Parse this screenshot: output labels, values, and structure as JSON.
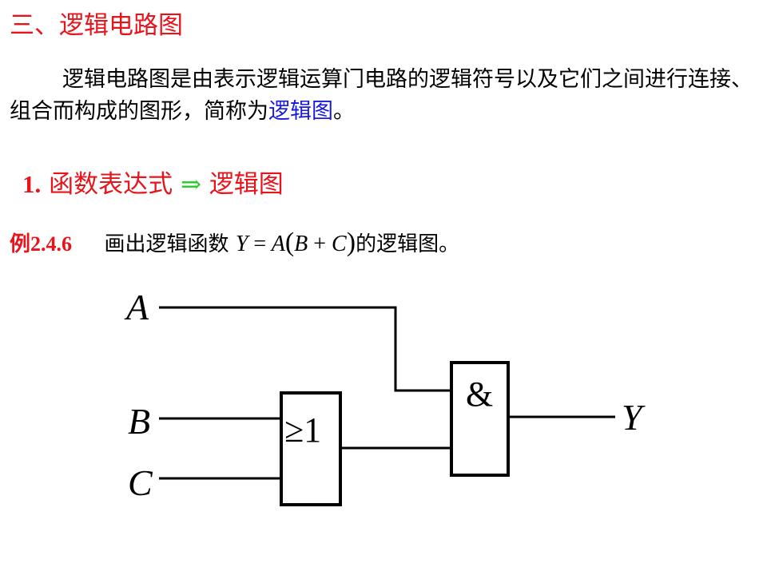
{
  "heading": "三、逻辑电路图",
  "paragraph": {
    "text": "逻辑电路图是由表示逻辑运算门电路的逻辑符号以及它们之间进行连接、组合而构成的图形，简称为",
    "term": "逻辑图",
    "end": "。"
  },
  "subheading": {
    "number": "1.",
    "left": "函数表达式",
    "arrow": "⇒",
    "right": "逻辑图"
  },
  "example": {
    "label": "例2.4.6",
    "prefix": "画出逻辑函数",
    "expr": {
      "y": "Y",
      "eq": "=",
      "a": "A",
      "lparen": "(",
      "b": "B",
      "plus": "+",
      "c": "C",
      "rparen": ")"
    },
    "suffix": "的逻辑图。"
  },
  "circuit": {
    "inputs": [
      "A",
      "B",
      "C"
    ],
    "output": "Y",
    "or_gate_symbol": "≥1",
    "and_gate_symbol": "&"
  },
  "colors": {
    "heading": "#e8141c",
    "term": "#1818e0",
    "arrow": "#22cc22",
    "wire": "#000000"
  }
}
